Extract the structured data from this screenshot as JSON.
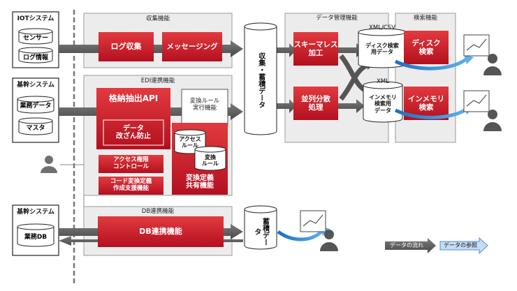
{
  "source_systems": {
    "iot": {
      "title": "IOTシステム",
      "items": [
        "センサー",
        "ログ情報"
      ]
    },
    "core1": {
      "title": "基幹システム",
      "items": [
        "業務データ",
        "マスタ"
      ]
    },
    "core2": {
      "title": "基幹システム",
      "items": [
        "業務DB"
      ]
    }
  },
  "collection": {
    "title": "収集機能",
    "log_collect": "ログ収集",
    "messaging": "メッセージング"
  },
  "edi": {
    "title": "EDI連携機能",
    "extract_api": "格納抽出API",
    "tamper": "データ\n改ざん防止",
    "access_control": "アクセス権限\nコントロール",
    "code_conv": "コード変換定義\n作成支援機能",
    "rule_exec": "変換ルール\n実行機能",
    "access_rule": "アクセス\nルール",
    "conv_rule": "変換\nルール",
    "conv_share": "変換定義\n共有機能"
  },
  "db_link": {
    "title": "DB連携機能",
    "button": "DB連携機能"
  },
  "storage": {
    "collect_store": "収集・蓄積データ",
    "store": "蓄積データ"
  },
  "data_mgmt": {
    "title": "データ管理機能",
    "schemaless": "スキーマレス\n加工",
    "parallel": "並列分散\n処理"
  },
  "formats": {
    "disk": {
      "tag": "XML/CSV",
      "label": "ディスク検索\n用データ"
    },
    "mem": {
      "tag": "XML",
      "label": "インメモリ\n検索用\nデータ"
    }
  },
  "search": {
    "title": "検索機能",
    "disk": "ディスク\n検索",
    "mem": "インメモリ\n検索"
  },
  "legend": {
    "flow": "データの流れ",
    "ref": "データの参照"
  },
  "colors": {
    "red": "#c8102e",
    "panel": "#ececec",
    "gray_arrow": "#5f5f5f",
    "ref_arrow": "#4a90d9"
  }
}
